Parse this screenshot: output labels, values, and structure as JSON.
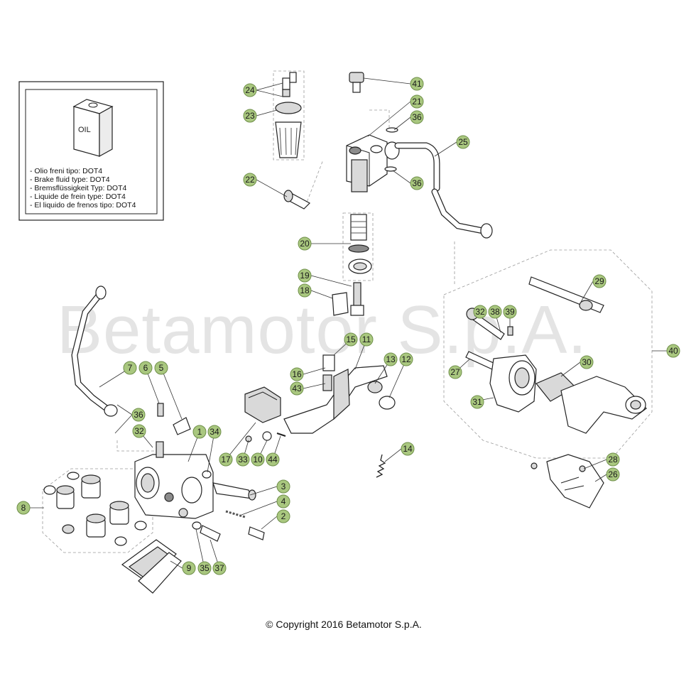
{
  "watermark": "Betamotor S.p.A.",
  "copyright": "© Copyright 2016 Betamotor S.p.A.",
  "info_box": {
    "icon_label": "OIL",
    "lines": [
      "- Olio freni tipo: DOT4",
      "- Brake fluid type: DOT4",
      "- Bremsflüssigkeit Typ: DOT4",
      "- Liquide de frein type: DOT4",
      "- El liquido de frenos tipo: DOT4"
    ]
  },
  "callouts": [
    "1",
    "2",
    "3",
    "4",
    "5",
    "6",
    "7",
    "8",
    "9",
    "10",
    "11",
    "12",
    "13",
    "14",
    "15",
    "16",
    "17",
    "18",
    "19",
    "20",
    "21",
    "22",
    "23",
    "24",
    "25",
    "26",
    "27",
    "28",
    "29",
    "30",
    "31",
    "32",
    "33",
    "34",
    "35",
    "35",
    "36",
    "36",
    "36",
    "37",
    "38",
    "39",
    "40",
    "41",
    "43",
    "44"
  ],
  "colors": {
    "callout_fill": "#a9c77f",
    "watermark": "#e4e4e4"
  }
}
